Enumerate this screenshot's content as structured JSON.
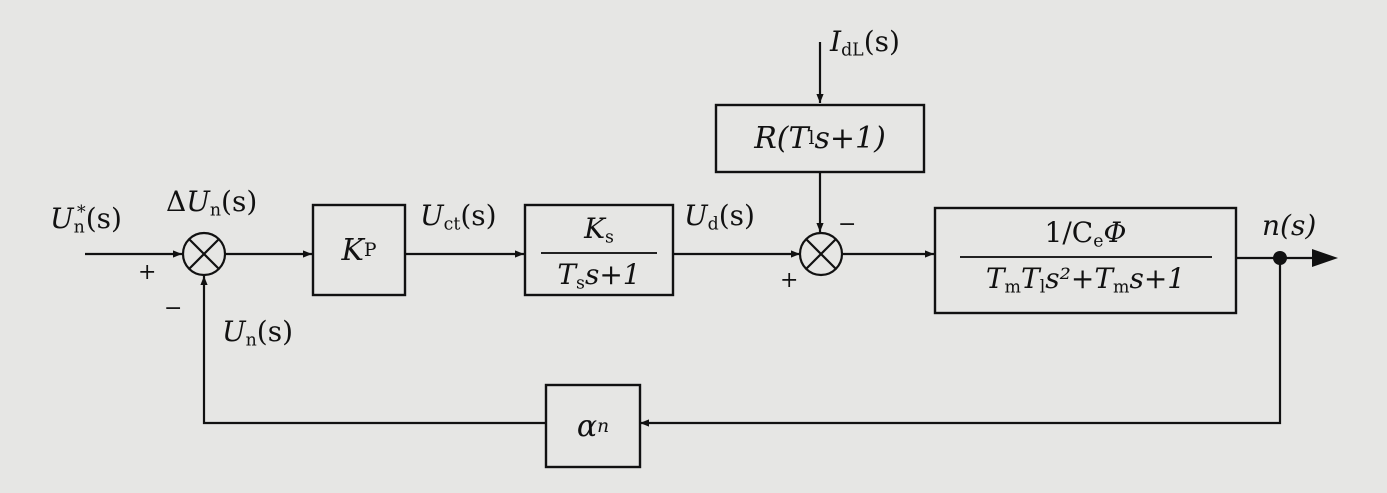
{
  "signals": {
    "ref_input": {
      "base": "U",
      "sub": "n",
      "sup": "*",
      "arg": "(s)"
    },
    "error": {
      "prefix": "Δ",
      "base": "U",
      "sub": "n",
      "arg": "(s)"
    },
    "control": {
      "base": "U",
      "sub": "ct",
      "arg": "(s)"
    },
    "converter_out": {
      "base": "U",
      "sub": "d",
      "arg": "(s)"
    },
    "disturbance": {
      "base": "I",
      "sub": "dL",
      "arg": "(s)"
    },
    "output": {
      "text": "n(s)"
    },
    "feedback": {
      "base": "U",
      "sub": "n",
      "arg": "(s)"
    }
  },
  "blocks": {
    "controller": {
      "base": "K",
      "sub": "P"
    },
    "converter": {
      "num_base": "K",
      "num_sub": "s",
      "den_base": "T",
      "den_sub": "s",
      "den_rest": "s+1"
    },
    "disturbance_gain": {
      "text": "R(T",
      "sub": "l",
      "rest": "s+1)"
    },
    "motor": {
      "num_a": "1/C",
      "num_sub": "e",
      "num_b": "Φ",
      "den_t": "T",
      "den_sub1": "m",
      "den_t2": "T",
      "den_sub2": "l",
      "den_mid": "s²+T",
      "den_sub3": "m",
      "den_end": "s+1"
    },
    "feedback_gain": {
      "base": "α",
      "sub": "n"
    }
  },
  "summing_signs": {
    "sum1_plus": "+",
    "sum1_minus": "−",
    "sum2_plus": "+",
    "sum2_minus": "−"
  }
}
